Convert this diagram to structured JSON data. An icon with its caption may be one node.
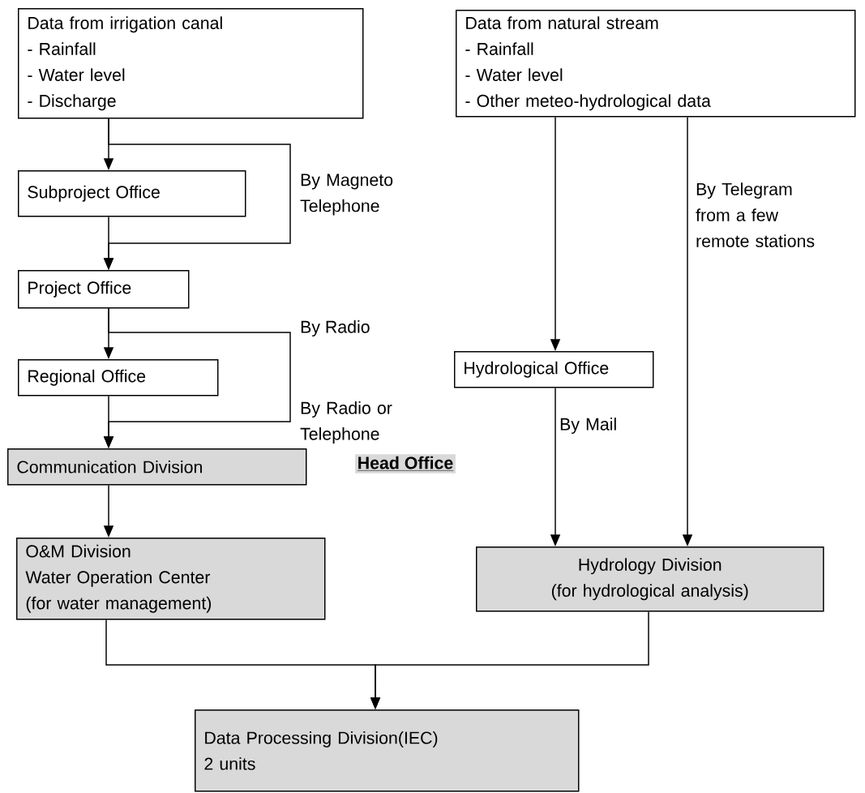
{
  "diagram": {
    "nodes": [
      {
        "text": [
          "Data from irrigation canal",
          "- Rainfall",
          "- Water level",
          "- Discharge"
        ]
      },
      {
        "text": [
          "Subproject Office"
        ]
      },
      {
        "text": [
          "Project Office"
        ]
      },
      {
        "text": [
          "Regional Office"
        ]
      },
      {
        "text": [
          "Communication Division"
        ]
      },
      {
        "text": [
          "O&M Division",
          "Water Operation Center",
          "(for water management)"
        ]
      },
      {
        "text": [
          "Data from natural stream",
          "- Rainfall",
          "- Water level",
          "- Other meteo-hydrological data"
        ]
      },
      {
        "text": [
          "Hydrological Office"
        ]
      },
      {
        "text": [
          "Hydrology Division",
          "(for hydrological analysis)"
        ]
      },
      {
        "text": [
          "Data Processing Division(IEC)",
          "2 units"
        ]
      }
    ],
    "edges": [
      {
        "from": 0,
        "to": 1,
        "arrow": "to"
      },
      {
        "from": 0,
        "to": 2,
        "arrow": "to",
        "label": "By Magneto Telephone"
      },
      {
        "from": 1,
        "to": 2,
        "arrow": "to"
      },
      {
        "from": 2,
        "to": 3,
        "arrow": "to"
      },
      {
        "from": 2,
        "to": 4,
        "arrow": "to",
        "label": "By Radio or Telephone"
      },
      {
        "from": 3,
        "to": 4,
        "arrow": "to"
      },
      {
        "from": 4,
        "to": 5,
        "arrow": "to"
      },
      {
        "from": 6,
        "to": 7,
        "arrow": "to"
      },
      {
        "from": 6,
        "to": 8,
        "arrow": "to",
        "label": "By Telegram from a few remote stations"
      },
      {
        "from": 7,
        "to": 8,
        "arrow": "to",
        "label": "By Mail"
      },
      {
        "from": 5,
        "to": 9,
        "arrow": "to"
      },
      {
        "from": 8,
        "to": 9,
        "arrow": "to"
      }
    ],
    "labels": [
      "By Radio",
      "Head Office"
    ]
  }
}
